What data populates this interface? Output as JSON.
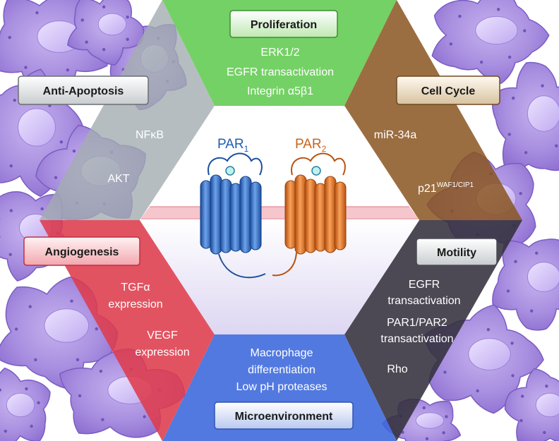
{
  "center": {
    "par1": {
      "base": "PAR",
      "sub": "1",
      "color": "#1f5fb0"
    },
    "par2": {
      "base": "PAR",
      "sub": "2",
      "color": "#c8641e"
    }
  },
  "segments": {
    "proliferation": {
      "title": "Proliferation",
      "color": "#5cc94a",
      "items": [
        "ERK1/2",
        "EGFR transactivation",
        "Integrin α5β1"
      ]
    },
    "cell_cycle": {
      "title": "Cell Cycle",
      "color": "#8a5520",
      "item1": "miR-34a",
      "item2_base": "p21",
      "item2_sup": "WAF1/CIP1"
    },
    "motility": {
      "title": "Motility",
      "color": "#33303c",
      "items": [
        "EGFR",
        "transactivation",
        "PAR1/PAR2",
        "transactivation",
        "Rho"
      ]
    },
    "microenvironment": {
      "title": "Microenvironment",
      "color": "#3a66dc",
      "items": [
        "Macrophage",
        "differentiation",
        "Low pH proteases"
      ]
    },
    "angiogenesis": {
      "title": "Angiogenesis",
      "color": "#de3b4c",
      "items": [
        "TGFα",
        "expression",
        "VEGF",
        "expression"
      ]
    },
    "anti_apoptosis": {
      "title": "Anti-Apoptosis",
      "color": "#a3acb0",
      "items": [
        "NFκB",
        "AKT"
      ]
    }
  }
}
